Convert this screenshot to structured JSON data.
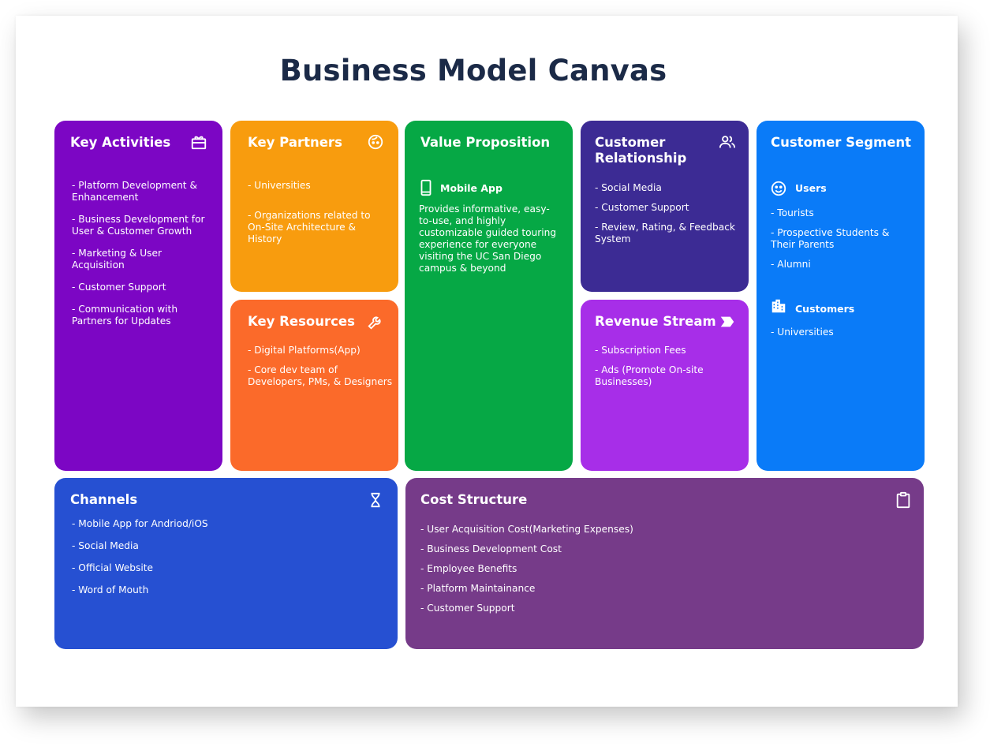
{
  "title": "Business Model Canvas",
  "colors": {
    "key_activities": "#7c06c4",
    "key_partners": "#f89c0e",
    "key_resources": "#fb6a2a",
    "value_proposition": "#06a845",
    "customer_relationship": "#3c2b94",
    "revenue_stream": "#a72ee8",
    "customer_segment": "#0a7bf8",
    "channels": "#2650d2",
    "cost_structure": "#763b89"
  },
  "key_activities": {
    "title": "Key Activities",
    "icon": "gift-icon",
    "items": [
      "- Platform Development & Enhancement",
      "- Business Development for User & Customer Growth",
      "- Marketing & User Acquisition",
      "- Customer Support",
      "- Communication with Partners for Updates"
    ]
  },
  "key_partners": {
    "title": "Key Partners",
    "icon": "face-icon",
    "items": [
      "- Universities",
      "- Organizations related to On-Site Architecture & History"
    ]
  },
  "key_resources": {
    "title": "Key Resources",
    "icon": "wrench-icon",
    "items": [
      "- Digital Platforms(App)",
      "- Core dev team of Developers, PMs, & Designers"
    ]
  },
  "value_proposition": {
    "title": "Value Proposition",
    "sub_icon": "smartphone-icon",
    "sub_title": "Mobile App",
    "text": "Provides informative, easy-to-use, and highly customizable guided touring experience for everyone visiting the UC San Diego campus & beyond"
  },
  "customer_relationship": {
    "title": "Customer Relationship",
    "icon": "people-icon",
    "items": [
      "- Social Media",
      "- Customer Support",
      "- Review, Rating, & Feedback System"
    ]
  },
  "revenue_stream": {
    "title": "Revenue Stream",
    "icon": "tag-arrow-icon",
    "items": [
      "- Subscription Fees",
      "- Ads (Promote On-site Businesses)"
    ]
  },
  "customer_segment": {
    "title": "Customer Segment",
    "users_icon": "smiley-icon",
    "users_title": "Users",
    "users_items": [
      "- Tourists",
      "- Prospective Students & Their Parents",
      "- Alumni"
    ],
    "customers_icon": "buildings-icon",
    "customers_title": "Customers",
    "customers_items": [
      "- Universities"
    ]
  },
  "channels": {
    "title": "Channels",
    "icon": "hourglass-icon",
    "items": [
      "- Mobile App for Andriod/iOS",
      "- Social Media",
      "- Official Website",
      "- Word of Mouth"
    ]
  },
  "cost_structure": {
    "title": "Cost Structure",
    "icon": "clipboard-icon",
    "items": [
      "- User Acquisition Cost(Marketing Expenses)",
      "- Business Development Cost",
      "- Employee Benefits",
      "- Platform Maintainance",
      "- Customer Support"
    ]
  }
}
